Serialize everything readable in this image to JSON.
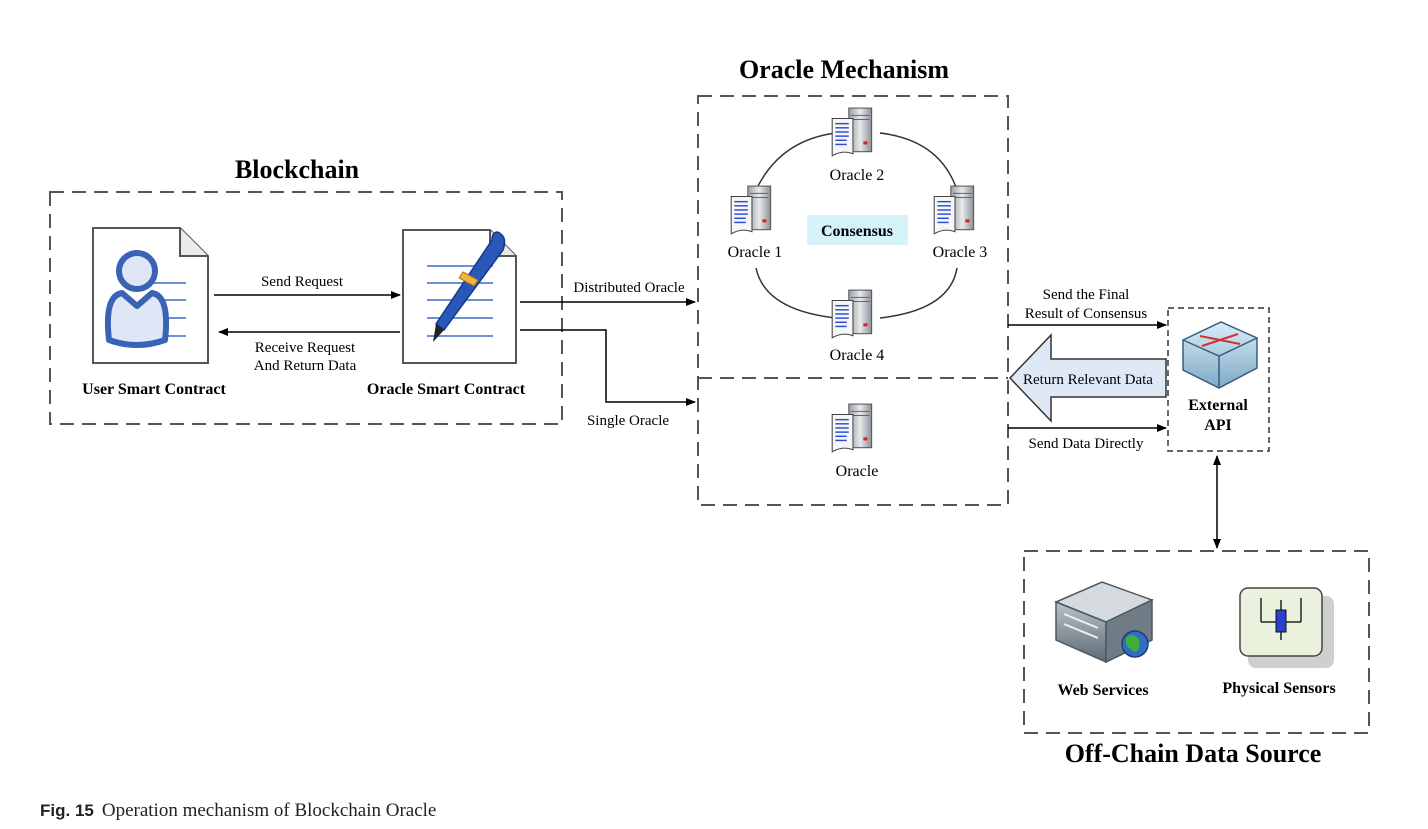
{
  "titles": {
    "blockchain": "Blockchain",
    "oracle_mechanism": "Oracle Mechanism",
    "off_chain": "Off-Chain Data Source"
  },
  "blockchain": {
    "user_contract": "User Smart Contract",
    "oracle_contract": "Oracle Smart Contract",
    "send_request": "Send Request",
    "receive_line1": "Receive Request",
    "receive_line2": "And Return Data"
  },
  "links": {
    "distributed_oracle": "Distributed Oracle",
    "single_oracle": "Single Oracle",
    "send_final_line1": "Send the Final",
    "send_final_line2": "Result of Consensus",
    "return_relevant": "Return Relevant Data",
    "send_directly": "Send Data Directly"
  },
  "oracles": {
    "o1": "Oracle 1",
    "o2": "Oracle 2",
    "o3": "Oracle 3",
    "o4": "Oracle 4",
    "single": "Oracle",
    "consensus": "Consensus"
  },
  "external_api": {
    "line1": "External",
    "line2": "API"
  },
  "off_chain_items": {
    "web": "Web Services",
    "sensors": "Physical Sensors"
  },
  "caption": {
    "label": "Fig. 15",
    "text": "Operation mechanism of Blockchain Oracle"
  },
  "colors": {
    "doc_blue": "#3a62b5",
    "doc_light": "#dfe6f6",
    "consensus_bg": "#d6f3fa",
    "arrow_fill": "#dfe9f6",
    "dash": "#555555"
  }
}
